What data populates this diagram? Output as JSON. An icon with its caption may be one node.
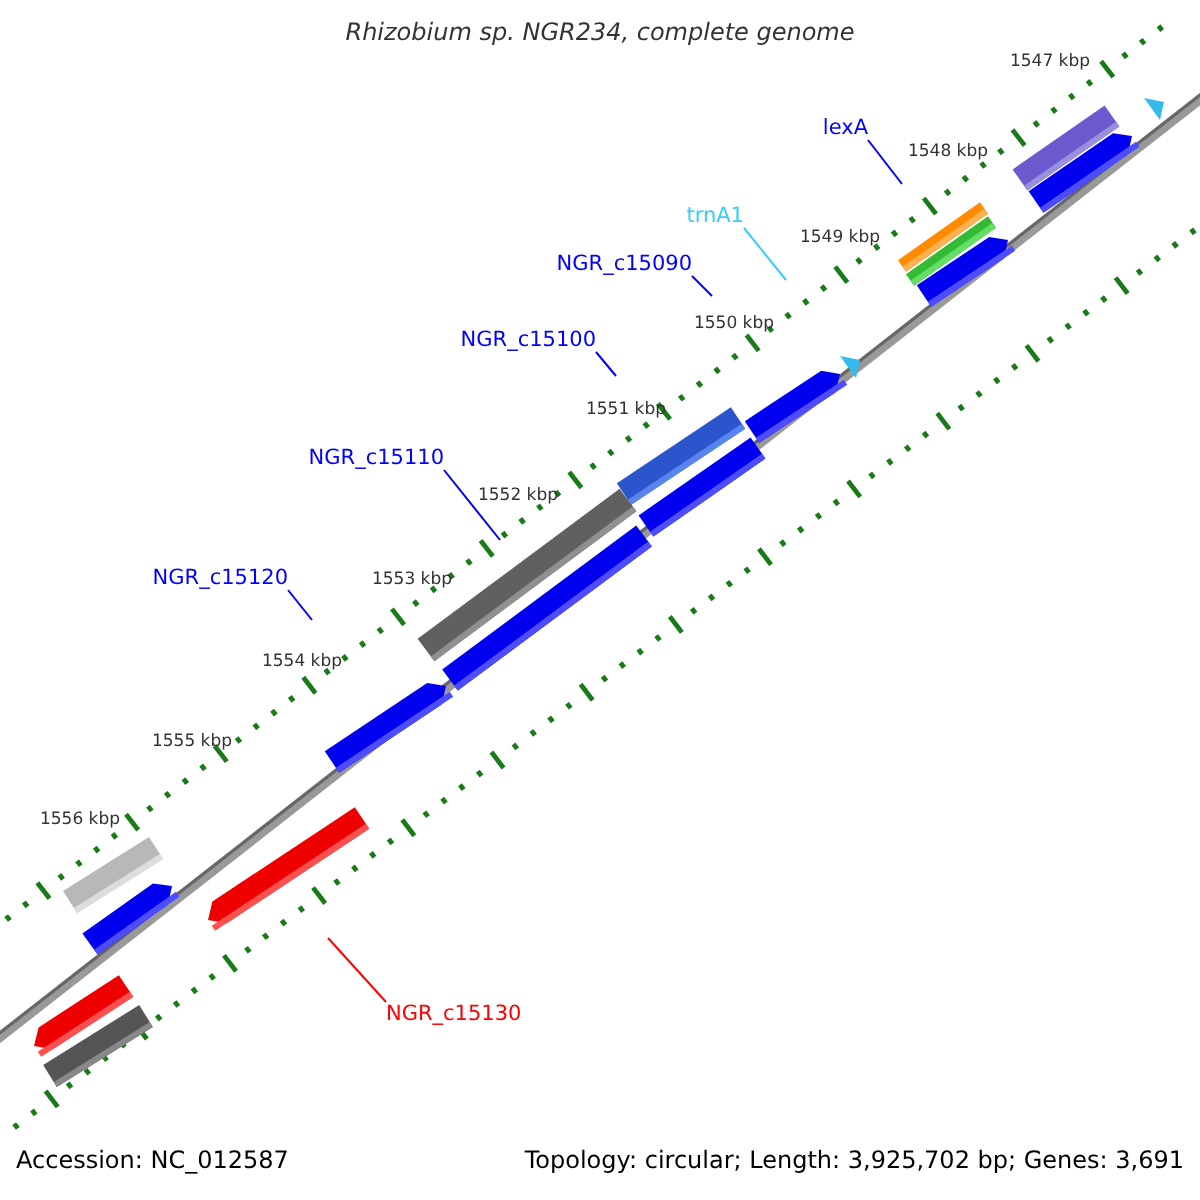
{
  "diagram": {
    "title": "Rhizobium sp. NGR234, complete genome",
    "nodes": [
      {
        "text": [
          "lexA"
        ]
      },
      {
        "text": [
          "trnA1"
        ]
      },
      {
        "text": [
          "NGR_c15090"
        ]
      },
      {
        "text": [
          "NGR_c15100"
        ]
      },
      {
        "text": [
          "NGR_c15110"
        ]
      },
      {
        "text": [
          "NGR_c15120"
        ]
      },
      {
        "text": [
          "NGR_c15130"
        ]
      }
    ],
    "edges": [
      {
        "from": 0,
        "to": null,
        "arrow": "none"
      },
      {
        "from": 1,
        "to": null,
        "arrow": "none",
        "color": "#33ccff"
      },
      {
        "from": 2,
        "to": null,
        "arrow": "none"
      },
      {
        "from": 3,
        "to": null,
        "arrow": "none"
      },
      {
        "from": 4,
        "to": null,
        "arrow": "none"
      },
      {
        "from": 5,
        "to": null,
        "arrow": "none"
      },
      {
        "from": 6,
        "to": null,
        "arrow": "none",
        "color": "#ff0000"
      }
    ],
    "labels": [
      "1547 kbp",
      "1548 kbp",
      "1549 kbp",
      "1550 kbp",
      "1551 kbp",
      "1552 kbp",
      "1553 kbp",
      "1554 kbp",
      "1555 kbp",
      "1556 kbp",
      "Accession: NC_012587",
      "Topology: circular; Length: 3,925,702 bp; Genes: 3,691"
    ]
  }
}
